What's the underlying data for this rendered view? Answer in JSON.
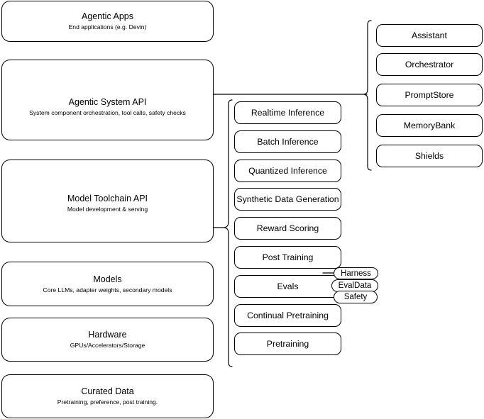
{
  "diagram": {
    "title": "Agentic AI stack layered architecture",
    "stroke_color": "#000000",
    "background_color": "#ffffff"
  },
  "left_stack": {
    "name": "platform-layers",
    "items": [
      {
        "id": "agentic-apps",
        "title": "Agentic Apps",
        "subtitle": "End applications (e.g. Devin)"
      },
      {
        "id": "agentic-system-api",
        "title": "Agentic System API",
        "subtitle": "System component orchestration, tool calls, safety checks"
      },
      {
        "id": "model-toolchain-api",
        "title": "Model Toolchain API",
        "subtitle": "Model development & serving"
      },
      {
        "id": "models",
        "title": "Models",
        "subtitle": "Core LLMs, adapter weights, secondary models"
      },
      {
        "id": "hardware",
        "title": "Hardware",
        "subtitle": "GPUs/Accelerators/Storage"
      },
      {
        "id": "curated-data",
        "title": "Curated Data",
        "subtitle": "Pretraining, preference, post training."
      }
    ]
  },
  "middle_stack": {
    "name": "model-toolchain-capabilities",
    "source_layer": "Model Toolchain API",
    "items": [
      {
        "id": "realtime-inference",
        "label": "Realtime Inference"
      },
      {
        "id": "batch-inference",
        "label": "Batch Inference"
      },
      {
        "id": "quantized-inference",
        "label": "Quantized Inference"
      },
      {
        "id": "synthetic-data-generation",
        "label": "Synthetic Data Generation"
      },
      {
        "id": "reward-scoring",
        "label": "Reward Scoring"
      },
      {
        "id": "post-training",
        "label": "Post Training"
      },
      {
        "id": "evals",
        "label": "Evals"
      },
      {
        "id": "continual-pretraining",
        "label": "Continual Pretraining"
      },
      {
        "id": "pretraining",
        "label": "Pretraining"
      }
    ]
  },
  "evals_tags": {
    "name": "evals-subcomponents",
    "parent": "Evals",
    "items": [
      {
        "id": "harness",
        "label": "Harness"
      },
      {
        "id": "evaldata",
        "label": "EvalData"
      },
      {
        "id": "safety",
        "label": "Safety"
      }
    ]
  },
  "right_stack": {
    "name": "agentic-system-components",
    "source_layer": "Agentic System API",
    "items": [
      {
        "id": "assistant",
        "label": "Assistant"
      },
      {
        "id": "orchestrator",
        "label": "Orchestrator"
      },
      {
        "id": "promptstore",
        "label": "PromptStore"
      },
      {
        "id": "memorybank",
        "label": "MemoryBank"
      },
      {
        "id": "shields",
        "label": "Shields"
      }
    ]
  }
}
